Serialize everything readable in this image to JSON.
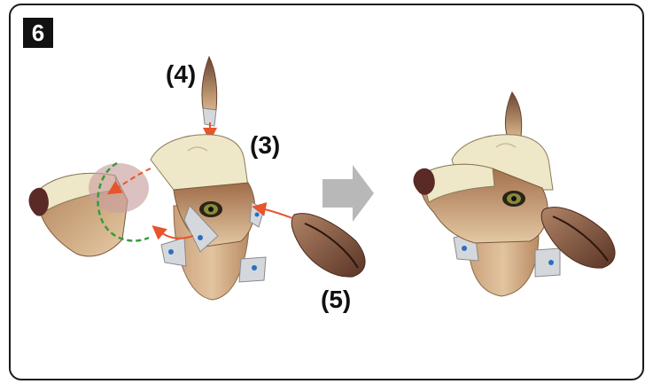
{
  "step": {
    "number": "6"
  },
  "labels": {
    "part3": "(3)",
    "part4": "(4)",
    "part5": "(5)"
  },
  "colors": {
    "arrow_red": "#e8542c",
    "guide_green": "#3a9a3a",
    "fur_light": "#efe8c8",
    "fur_tan": "#d8b48a",
    "fur_brown": "#a87a56",
    "ear_dark": "#4a2a1e",
    "tab_gray": "#d4d8dc",
    "dot_blue": "#2a6fc0",
    "big_arrow": "#b8b8b8"
  }
}
